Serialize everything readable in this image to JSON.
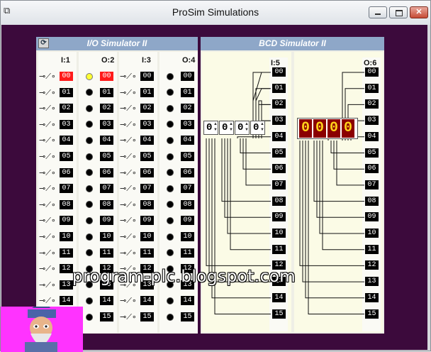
{
  "window": {
    "title": "ProSim Simulations"
  },
  "io_simulator": {
    "title": "I/O Simulator II",
    "modules": [
      {
        "label": "I:1",
        "type": "input",
        "active": [
          0
        ]
      },
      {
        "label": "O:2",
        "type": "output",
        "active": [
          0
        ]
      },
      {
        "label": "I:3",
        "type": "input",
        "active": []
      },
      {
        "label": "O:4",
        "type": "output",
        "active": []
      }
    ]
  },
  "bcd_simulator": {
    "title": "BCD Simulator II",
    "input_module": "I:5",
    "output_module": "O:6",
    "input_digits": [
      "0",
      "0",
      "0",
      "0"
    ],
    "output_digits": [
      "0",
      "0",
      "0",
      "0"
    ]
  },
  "addresses": [
    "00",
    "01",
    "02",
    "03",
    "04",
    "05",
    "06",
    "07",
    "08",
    "09",
    "10",
    "11",
    "12",
    "13",
    "14",
    "15"
  ],
  "watermark": "program-plc.blogspot.com",
  "colors": {
    "background": "#3c0a3c",
    "header": "#8ea7c8",
    "active_address": "#ff1a1a",
    "lamp_on": "#ffff33",
    "bcd_display": "#8b0000",
    "bcd_digit": "#ffd21a",
    "mascot_bg": "#ff33ff"
  }
}
